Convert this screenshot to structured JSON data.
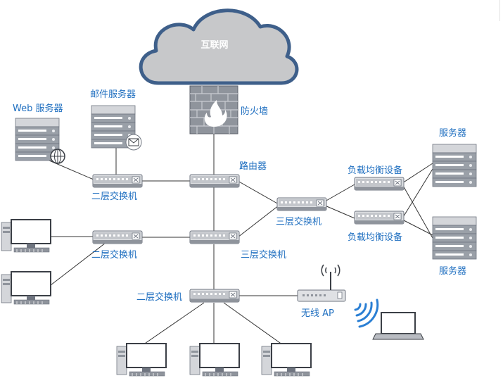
{
  "labels": {
    "internet": "互联网",
    "firewall": "防火墙",
    "router": "路由器",
    "web_server": "Web 服务器",
    "mail_server": "邮件服务器",
    "l2_switch_top": "二层交换机",
    "l2_switch_mid": "二层交换机",
    "l2_switch_bottom": "二层交换机",
    "l3_switch_center": "三层交换机",
    "l3_switch_right": "三层交换机",
    "lb_top": "负载均衡设备",
    "lb_bottom": "负载均衡设备",
    "server_top": "服务器",
    "server_bottom": "服务器",
    "wireless_ap": "无线 AP"
  },
  "colors": {
    "label_blue": "#1f6fc0",
    "cloud_fill": "#c7c8ca",
    "cloud_stroke": "#3e5f8a",
    "device_gray": "#b9bcc2",
    "device_dark": "#6f7580",
    "wire": "#333333",
    "wifi_blue": "#2a7fd4"
  }
}
